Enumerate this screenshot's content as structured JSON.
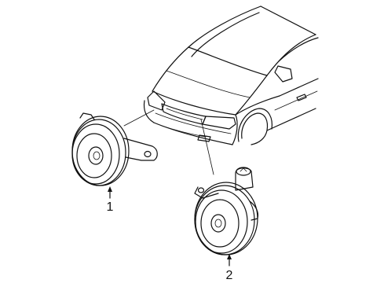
{
  "callouts": [
    {
      "id": "1",
      "text": "1",
      "part": "horn"
    },
    {
      "id": "2",
      "text": "2",
      "part": "horn"
    }
  ]
}
